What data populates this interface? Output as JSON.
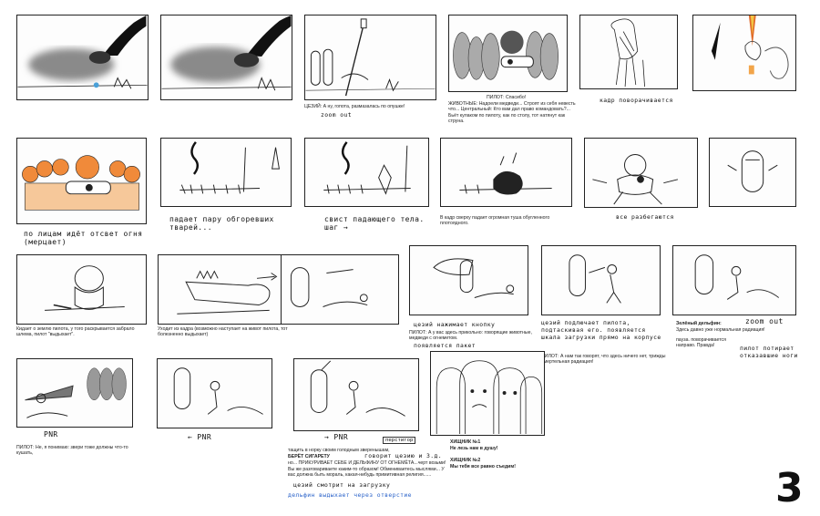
{
  "page_number": "3",
  "captions": {
    "p3": "ЦЕЗИЙ: А ну, гопота, размазалась по опушке!",
    "p3_hand": "zoom out",
    "p4_a": "ПИЛОТ: Спасибо!",
    "p4_b": "ЖИВОТНЫЕ: Надоели медведи... Строят из себя невесть что... Центральный: Кто вам дал право командовать?... Бьёт кулаком по пилоту, как по столу, тот натянут как струна.",
    "p5_hand": "кадр поворачивается",
    "p7_hand": "по лицам идёт отсвет огня (мерцает)",
    "p8_hand": "падает пару обгоревших тварей...",
    "p9_hand": "свист падающего тела. шаг →",
    "p10": "В кадр сверху падает огромная туша обугленного плотоядного.",
    "p11_hand": "все разбегаются",
    "p13": "Кидает о землю пилота, у того раскрывается забрало шлема, пилот \"выдыхает\".",
    "p14": "Уходит из кадра (возможно наступает на живот пилота, тот болезненно выдыхает)",
    "p16_hand": "цезий нажимает кнопку",
    "p16": "ПИЛОТ: А у вас здесь прикольно: говорящие животные, медведи с огнеметом.",
    "p16_hand2": "появляется пакет",
    "p17_hand": "цезий подлючает пилота, подтаскивая его. появляется шкала загрузки прямо на корпусе",
    "p17": "ПИЛОТ: А нам так говорят, что здесь ничего нет, трижды смертельная радиация!",
    "p18_speaker": "Зелёный дельфин:",
    "p18_hand": "zoom out",
    "p18_a": "Здесь давно уже нормальная радиация!",
    "p18_b": "пауза. поворачивается направо. Правда!",
    "p18_hand2": "пилот потирает отказавшие ноги",
    "p19_hand": "PNR",
    "p19": "ПИЛОТ: Не, я понимаю: звери тоже должны что-то кушать,",
    "p20_hand": "← PNR",
    "p21_tag": "перстигор",
    "p21_hand": "→ PNR",
    "p21_a": "тащить в норку своим голодным зверенышам,",
    "p21_b": "БЕРЁТ СИГАРЕТУ",
    "p21_hand2": "говорит цезию и 3.д.",
    "p21_c": "но... ПРИКУРИВАЕТ СЕБЕ И ДЕЛЬФИНУ ОТ ОГНЕМЁТА...черт возьми!",
    "p21_d": "Вы же разговариваете каким-то образом! Обмениваетесь мыслями... У вас должна быть мораль, какая-нибудь примитивная религия......",
    "p21_hand3": "цезий смотрит на загрузку",
    "p21_blue": "дельфин выдыхает через отверстие",
    "p22_a": "ХИЩНИК №1",
    "p22_b": "Не лезь нам в душу!",
    "p22_c": "ХИЩНИК №2",
    "p22_d": "Мы тебя все равно съедим!"
  }
}
